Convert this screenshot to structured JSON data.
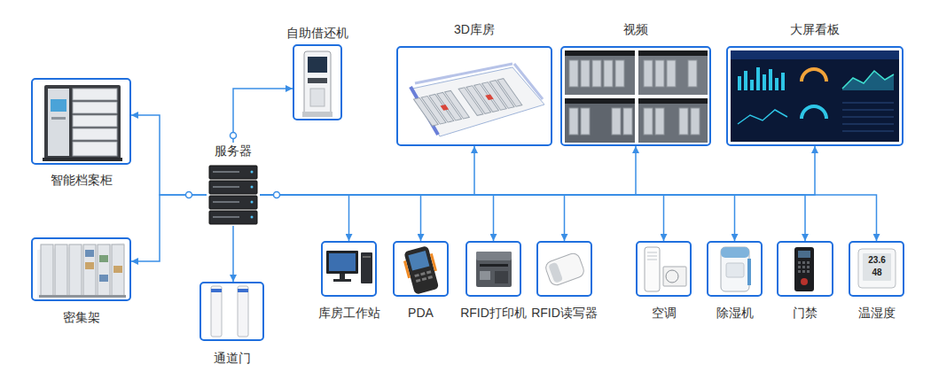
{
  "diagram": {
    "nodes": [
      {
        "text": [
          "自助借还机"
        ]
      },
      {
        "text": [
          "3D库房"
        ]
      },
      {
        "text": [
          "视频"
        ]
      },
      {
        "text": [
          "大屏看板"
        ]
      },
      {
        "text": [
          "智能档案柜"
        ]
      },
      {
        "text": [
          "服务器"
        ]
      },
      {
        "text": [
          "密集架"
        ]
      },
      {
        "text": [
          "库房工作站"
        ]
      },
      {
        "text": [
          "PDA"
        ]
      },
      {
        "text": [
          "RFID打印机"
        ]
      },
      {
        "text": [
          "RFID读写器"
        ]
      },
      {
        "text": [
          "空调"
        ]
      },
      {
        "text": [
          "除湿机"
        ]
      },
      {
        "text": [
          "门禁"
        ]
      },
      {
        "text": [
          "温湿度"
        ]
      },
      {
        "text": [
          "通道门"
        ]
      }
    ],
    "edges": [
      {
        "from": 5,
        "to": 0,
        "arrow": "to"
      },
      {
        "from": 5,
        "to": 1,
        "arrow": "to"
      },
      {
        "from": 5,
        "to": 2,
        "arrow": "to"
      },
      {
        "from": 5,
        "to": 3,
        "arrow": "to"
      },
      {
        "from": 5,
        "to": 4,
        "arrow": "to"
      },
      {
        "from": 5,
        "to": 6,
        "arrow": "to"
      },
      {
        "from": 5,
        "to": 7,
        "arrow": "to"
      },
      {
        "from": 5,
        "to": 8,
        "arrow": "to"
      },
      {
        "from": 5,
        "to": 9,
        "arrow": "to"
      },
      {
        "from": 5,
        "to": 10,
        "arrow": "to"
      },
      {
        "from": 5,
        "to": 11,
        "arrow": "to"
      },
      {
        "from": 5,
        "to": 12,
        "arrow": "to"
      },
      {
        "from": 5,
        "to": 13,
        "arrow": "to"
      },
      {
        "from": 5,
        "to": 14,
        "arrow": "to"
      },
      {
        "from": 5,
        "to": 15,
        "arrow": "to"
      }
    ],
    "labels": [
      "23.6",
      "48"
    ]
  }
}
